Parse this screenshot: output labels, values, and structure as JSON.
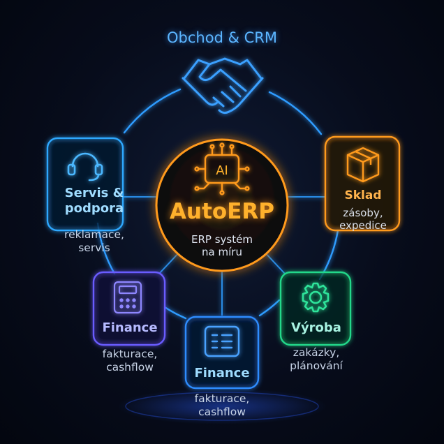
{
  "top": {
    "title": "Obchod & CRM",
    "icon": "handshake-icon",
    "color": "#3aa0ff"
  },
  "hub": {
    "badge": "AI",
    "title": "AutoERP",
    "subtitle_line1": "ERP systém",
    "subtitle_line2": "na míru",
    "icon": "ai-chip-icon",
    "color": "#ff9a1f"
  },
  "nodes": {
    "servis": {
      "label_line1": "Servis &",
      "label_line2": "podpora",
      "sub_line1": "reklamace,",
      "sub_line2": "servis",
      "icon": "headset-icon",
      "color": "#2fa8ff"
    },
    "sklad": {
      "label": "Sklad",
      "sub_line1": "zásoby,",
      "sub_line2": "expedice",
      "icon": "box-icon",
      "color": "#ff9a1f"
    },
    "finance_left": {
      "label": "Finance",
      "sub_line1": "fakturace,",
      "sub_line2": "cashflow",
      "icon": "calculator-icon",
      "color": "#6a5cff"
    },
    "finance_bottom": {
      "label": "Finance",
      "sub_line1": "fakturace,",
      "sub_line2": "cashflow",
      "icon": "invoice-icon",
      "color": "#2f8cff"
    },
    "vyroba": {
      "label": "Výroba",
      "sub_line1": "zakázky,",
      "sub_line2": "plánování",
      "icon": "gear-icon",
      "color": "#22d88a"
    }
  }
}
